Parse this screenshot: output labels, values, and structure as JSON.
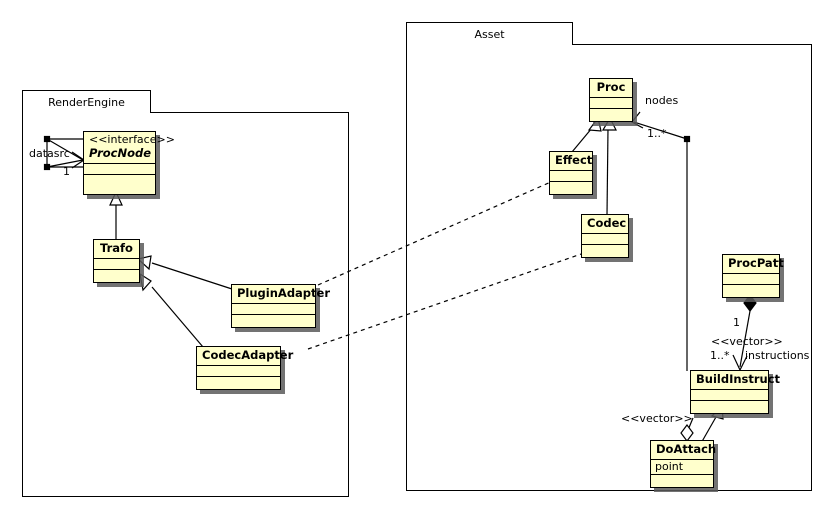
{
  "diagram": {
    "type": "uml-class-diagram",
    "background": "#ffffff",
    "class_fill": "#ffffcc",
    "line_color": "#000000"
  },
  "packages": [
    {
      "id": "render-engine",
      "label": "RenderEngine"
    },
    {
      "id": "asset",
      "label": "Asset"
    }
  ],
  "classes": {
    "procnode": {
      "stereotype": "<<interface>>",
      "name": "ProcNode",
      "attrs": "",
      "ops": ""
    },
    "trafo": {
      "stereotype": "",
      "name": "Trafo",
      "attrs": "",
      "ops": ""
    },
    "pluginadapter": {
      "stereotype": "",
      "name": "PluginAdapter",
      "attrs": "",
      "ops": ""
    },
    "codecadapter": {
      "stereotype": "",
      "name": "CodecAdapter",
      "attrs": "",
      "ops": ""
    },
    "proc": {
      "stereotype": "",
      "name": "Proc",
      "attrs": "",
      "ops": ""
    },
    "effect": {
      "stereotype": "",
      "name": "Effect",
      "attrs": "",
      "ops": ""
    },
    "codec": {
      "stereotype": "",
      "name": "Codec",
      "attrs": "",
      "ops": ""
    },
    "procpatt": {
      "stereotype": "",
      "name": "ProcPatt",
      "attrs": "",
      "ops": ""
    },
    "buildinstruct": {
      "stereotype": "",
      "name": "BuildInstruct",
      "attrs": "",
      "ops": ""
    },
    "doattach": {
      "stereotype": "",
      "name": "DoAttach",
      "attrs": "point",
      "ops": ""
    }
  },
  "edge_labels": {
    "datasrc": "datasrc",
    "datasrc_mult": "1",
    "nodes": "nodes",
    "nodes_mult": "1..*",
    "procpatt_mult": "1",
    "instructions_stereotype": "<<vector>>",
    "instructions_mult": "1..*",
    "instructions_role": "instructions",
    "doattach_stereotype": "<<vector>>"
  },
  "relations": [
    {
      "from": "ProcNode",
      "to": "ProcNode",
      "kind": "association",
      "role": "datasrc",
      "multiplicity": "1"
    },
    {
      "from": "Trafo",
      "to": "ProcNode",
      "kind": "generalization"
    },
    {
      "from": "PluginAdapter",
      "to": "Trafo",
      "kind": "generalization"
    },
    {
      "from": "CodecAdapter",
      "to": "Trafo",
      "kind": "generalization"
    },
    {
      "from": "PluginAdapter",
      "to": "Effect",
      "kind": "dependency"
    },
    {
      "from": "CodecAdapter",
      "to": "Codec",
      "kind": "dependency"
    },
    {
      "from": "Effect",
      "to": "Proc",
      "kind": "generalization"
    },
    {
      "from": "Codec",
      "to": "Proc",
      "kind": "generalization"
    },
    {
      "from": "Proc",
      "to": "BuildInstruct",
      "kind": "association",
      "role": "nodes",
      "multiplicity": "1..*"
    },
    {
      "from": "ProcPatt",
      "to": "BuildInstruct",
      "kind": "composition",
      "role": "instructions",
      "multiplicity": "1..*",
      "stereotype": "<<vector>>"
    },
    {
      "from": "DoAttach",
      "to": "BuildInstruct",
      "kind": "generalization"
    },
    {
      "from": "DoAttach",
      "to": "BuildInstruct",
      "kind": "aggregation",
      "stereotype": "<<vector>>"
    }
  ]
}
